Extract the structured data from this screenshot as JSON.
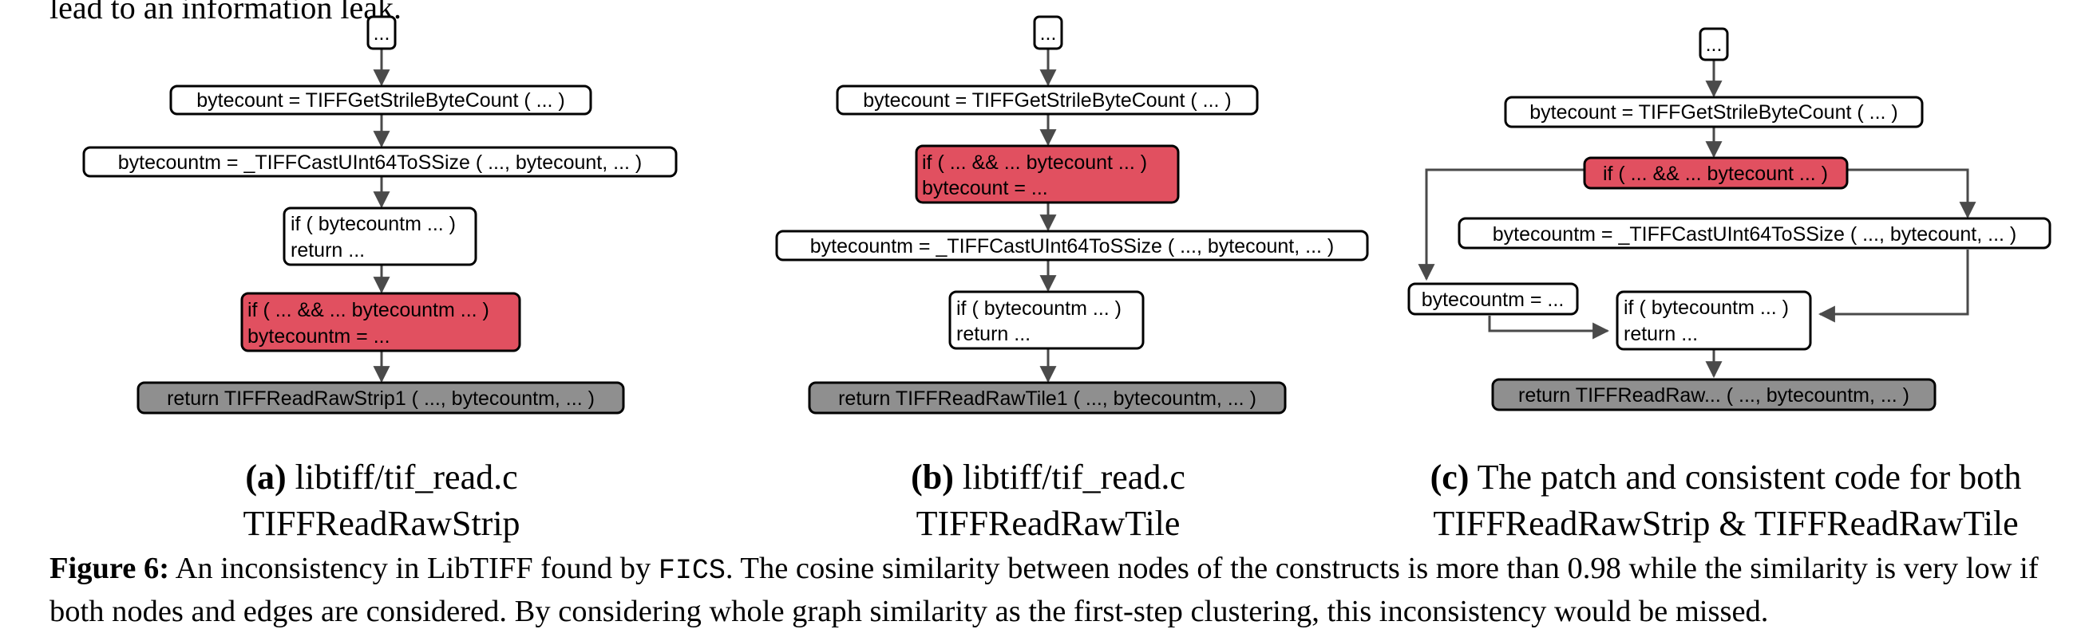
{
  "top_text": "lead to an information leak.",
  "colors": {
    "highlight": "#e15060",
    "terminal": "#8f8f8f",
    "edge": "#4a4a4a"
  },
  "panels": {
    "a": {
      "nodes": {
        "start": "...",
        "get_bytecount": "bytecount = TIFFGetStrileByteCount ( ... )",
        "cast": "bytecountm = _TIFFCastUInt64ToSSize ( ..., bytecount, ... )",
        "check_line1": "if ( bytecountm ... )",
        "check_line2": "return ...",
        "inconsistent_line1": "if ( ... && ... bytecountm ... )",
        "inconsistent_line2": "bytecountm = ...",
        "return": "return TIFFReadRawStrip1 ( ..., bytecountm, ... )"
      },
      "caption_letter": "(a)",
      "caption_file": "libtiff/tif_read.c",
      "caption_function": "TIFFReadRawStrip"
    },
    "b": {
      "nodes": {
        "start": "...",
        "get_bytecount": "bytecount = TIFFGetStrileByteCount ( ... )",
        "inconsistent_line1": "if ( ... && ... bytecount ... )",
        "inconsistent_line2": "bytecount = ...",
        "cast": "bytecountm = _TIFFCastUInt64ToSSize ( ..., bytecount, ... )",
        "check_line1": "if ( bytecountm ... )",
        "check_line2": "return ...",
        "return": "return TIFFReadRawTile1 ( ..., bytecountm, ... )"
      },
      "caption_letter": "(b)",
      "caption_file": "libtiff/tif_read.c",
      "caption_function": "TIFFReadRawTile"
    },
    "c": {
      "nodes": {
        "start": "...",
        "get_bytecount": "bytecount = TIFFGetStrileByteCount ( ... )",
        "patch_if": "if ( ... && ... bytecount ... )",
        "cast": "bytecountm = _TIFFCastUInt64ToSSize ( ..., bytecount, ... )",
        "assign": "bytecountm = ...",
        "check_line1": "if ( bytecountm ... )",
        "check_line2": "return ...",
        "return": "return TIFFReadRaw... ( ..., bytecountm, ... )"
      },
      "caption_letter": "(c)",
      "caption_line1": "The patch and consistent code for both",
      "caption_line2": "TIFFReadRawStrip & TIFFReadRawTile"
    }
  },
  "figure_caption": {
    "label": "Figure 6:",
    "part1": "An inconsistency in LibTIFF found by",
    "tool": "FICS",
    "part2": ". The cosine similarity between nodes of the constructs is more than 0.98 while the similarity is very low if both nodes and edges are considered. By considering whole graph similarity as the first-step clustering, this inconsistency would be missed."
  }
}
